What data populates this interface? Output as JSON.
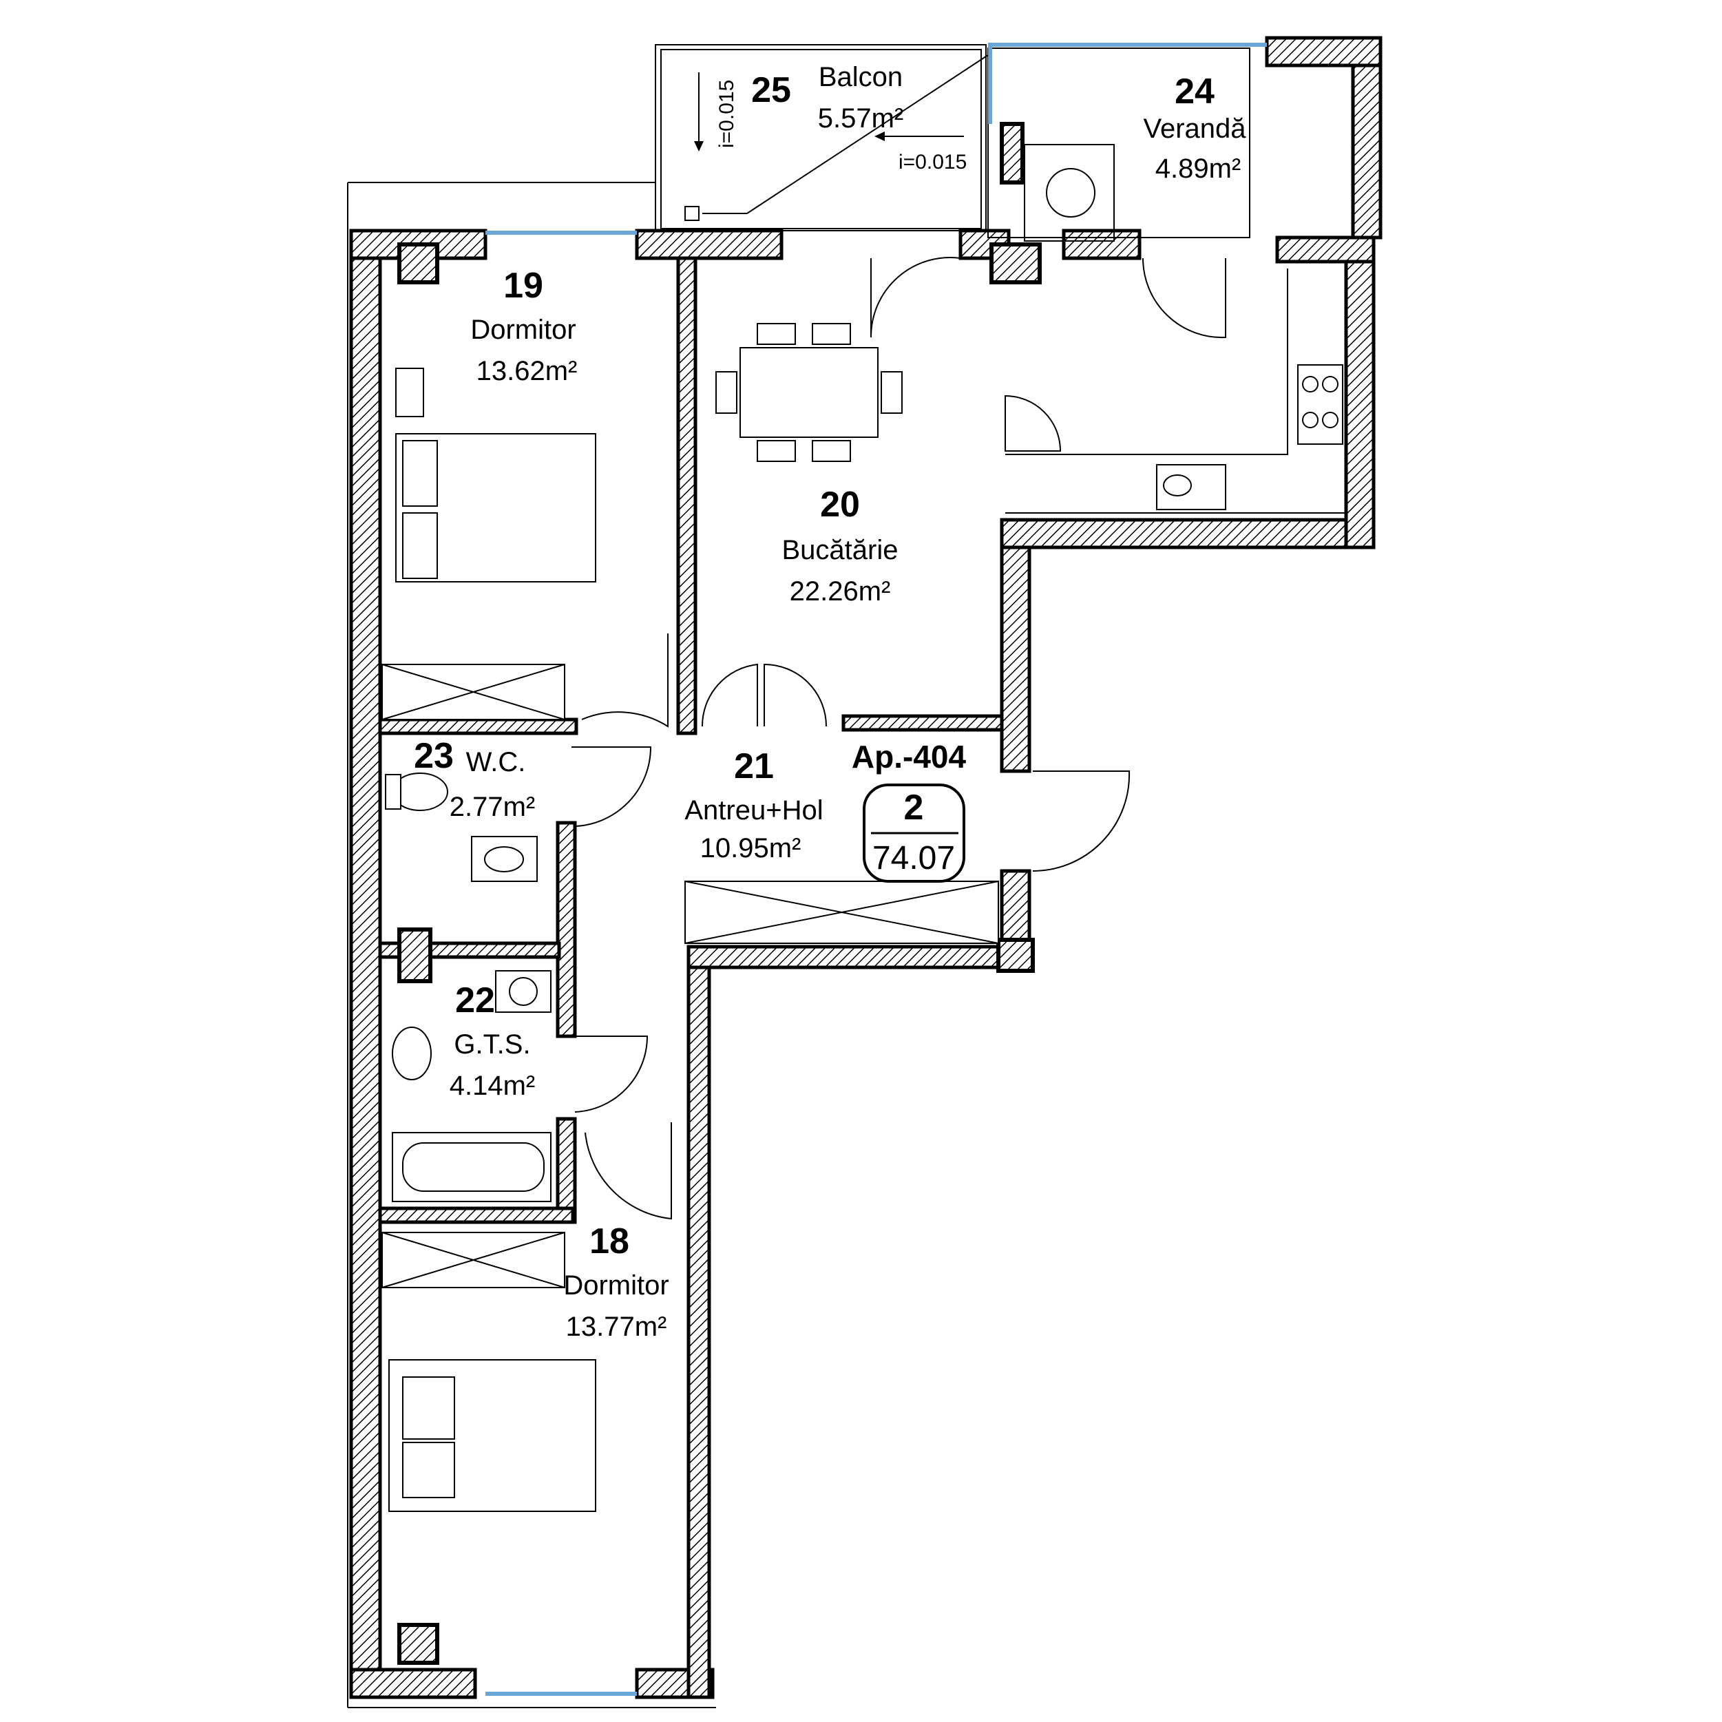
{
  "apartment": {
    "code": "Ap.-404",
    "rooms_count": "2",
    "total_area": "74.07"
  },
  "rooms": [
    {
      "number": "18",
      "name": "Dormitor",
      "area": "13.77m²"
    },
    {
      "number": "19",
      "name": "Dormitor",
      "area": "13.62m²"
    },
    {
      "number": "20",
      "name": "Bucătărie",
      "area": "22.26m²"
    },
    {
      "number": "21",
      "name": "Antreu+Hol",
      "area": "10.95m²"
    },
    {
      "number": "22",
      "name": "G.T.S.",
      "area": "4.14m²"
    },
    {
      "number": "23",
      "name": "W.C.",
      "area": "2.77m²"
    },
    {
      "number": "24",
      "name": "Verandă",
      "area": "4.89m²"
    },
    {
      "number": "25",
      "name": "Balcon",
      "area": "5.57m²"
    }
  ],
  "slopes": {
    "vertical": "i=0.015",
    "horizontal": "i=0.015"
  },
  "colors": {
    "wall_line": "#000000",
    "window": "#6aa7d8",
    "background": "#ffffff"
  }
}
